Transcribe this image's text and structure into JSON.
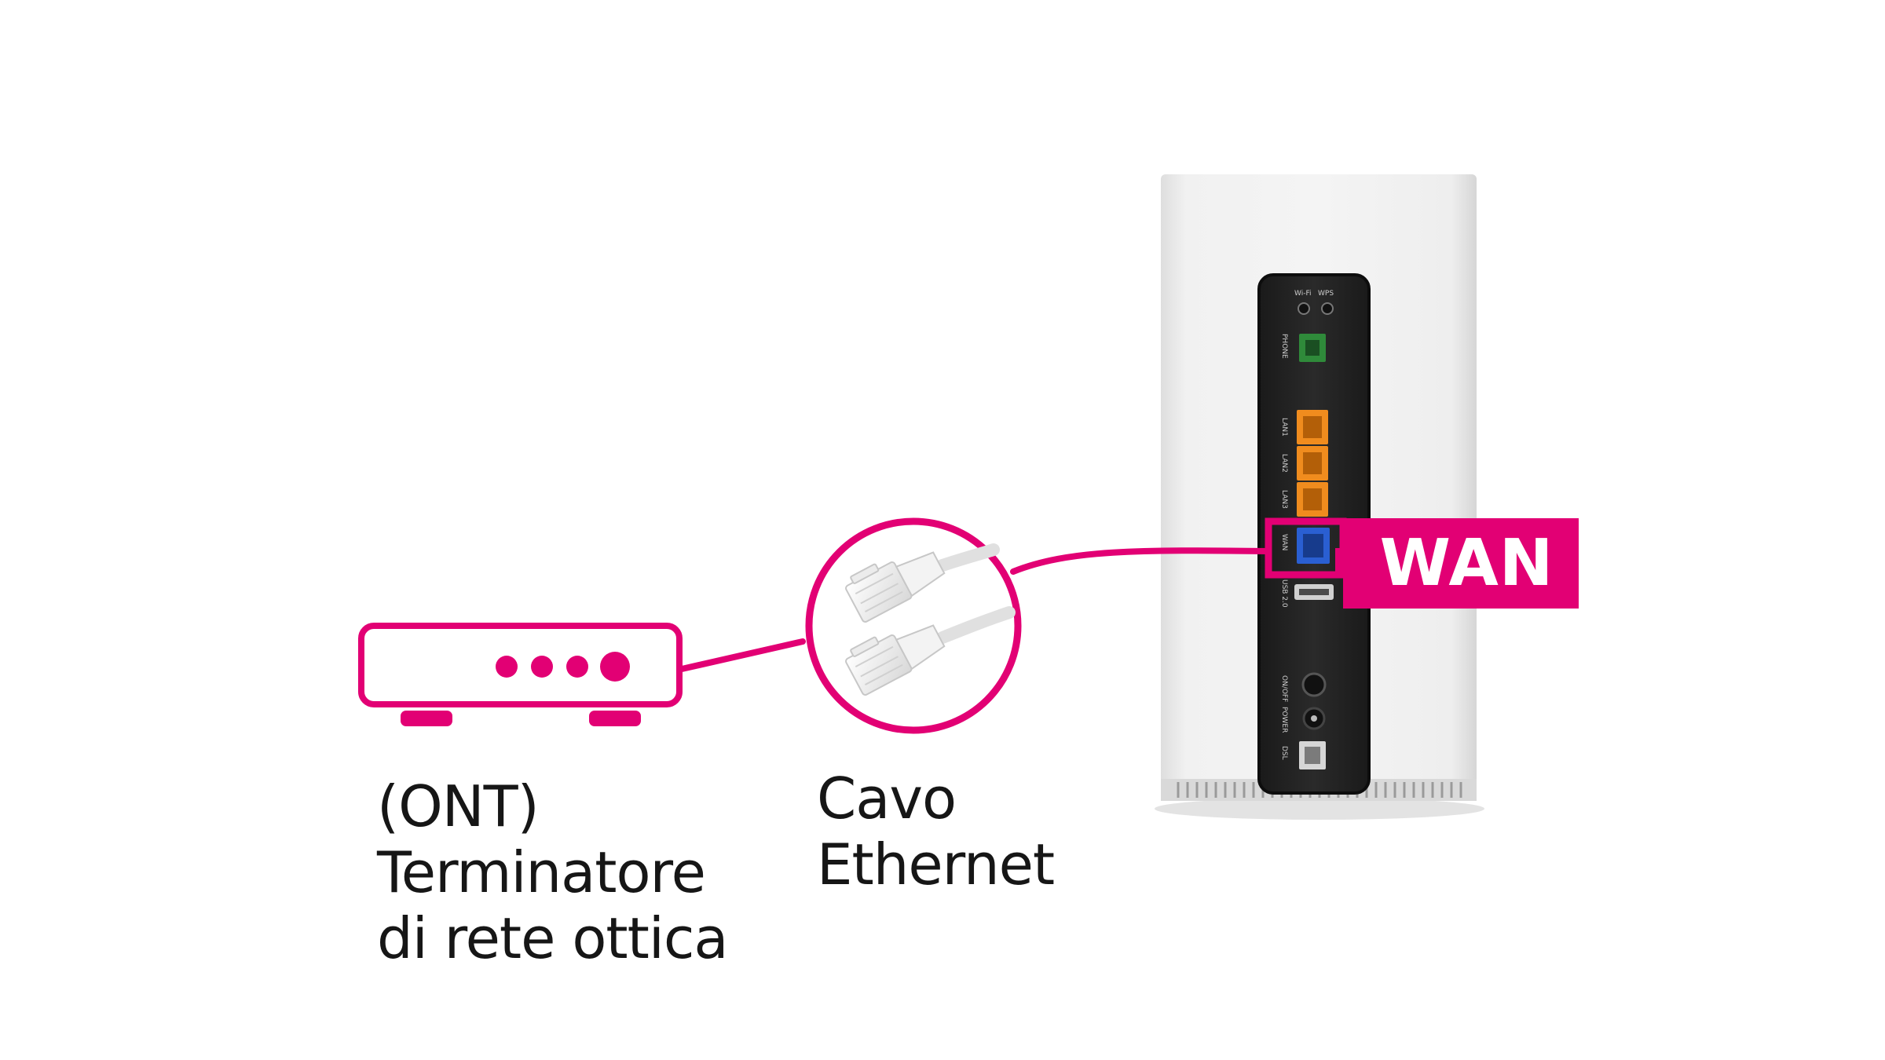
{
  "colors": {
    "accent": "#e20074",
    "text": "#161616",
    "router_body": "#ececec",
    "router_panel": "#222222",
    "lan_port": "#f08c1e",
    "wan_port": "#2a5fd2",
    "phone_port": "#2f8a3a"
  },
  "ont": {
    "icon": "ont-device-icon",
    "caption_lines": [
      "(ONT)",
      "Terminatore",
      "di rete ottica"
    ]
  },
  "cable": {
    "icon": "ethernet-cable-icon",
    "caption_lines": [
      "Cavo",
      "Ethernet"
    ]
  },
  "router": {
    "icon": "router-icon",
    "wan_label": "WAN",
    "port_labels": {
      "wifi": "Wi-Fi",
      "wps": "WPS",
      "phone": "PHONE",
      "lan1": "LAN1",
      "lan2": "LAN2",
      "lan3": "LAN3",
      "wan": "WAN",
      "usb": "USB 2.0",
      "onoff": "ON/OFF",
      "power": "POWER",
      "dsl": "DSL"
    }
  }
}
